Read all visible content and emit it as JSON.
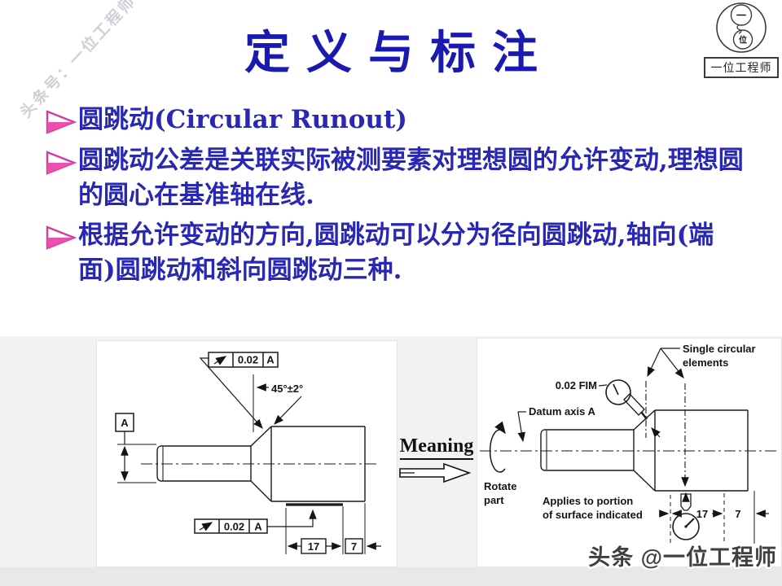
{
  "watermarks": {
    "diagonal": "头条号：一位工程师",
    "bottom": "头条 @一位工程师"
  },
  "logo": {
    "top_char": "一",
    "bottom_char": "位",
    "box_label": "一位工程师"
  },
  "title": {
    "text": "定义与标注",
    "color": "#1a1ab0"
  },
  "bullets": [
    {
      "text": "圆跳动(Circular Runout)"
    },
    {
      "text": "圆跳动公差是关联实际被测要素对理想圆的允许变动,理想圆的圆心在基准轴在线."
    },
    {
      "text": "根据允许变动的方向,圆跳动可以分为径向圆跳动,轴向(端面)圆跳动和斜向圆跳动三种."
    }
  ],
  "meaning": {
    "label": "Meaning"
  },
  "left_drawing": {
    "fcf_top": {
      "symbol": "circular-runout",
      "tolerance": "0.02",
      "datum": "A"
    },
    "fcf_bottom": {
      "symbol": "circular-runout",
      "tolerance": "0.02",
      "datum": "A"
    },
    "angle": "45°±2°",
    "datum_label": "A",
    "dim17": "17",
    "dim7": "7"
  },
  "right_drawing": {
    "single_circular_1": "Single circular",
    "single_circular_2": "elements",
    "fim": "0.02 FIM",
    "datum_axis": "Datum axis A",
    "rotate_1": "Rotate",
    "rotate_2": "part",
    "applies_1": "Applies to portion",
    "applies_2": "of surface indicated",
    "dim17": "17",
    "dim7": "7"
  },
  "colors": {
    "bullet_arrow": "#e23ba0",
    "text_blue": "#2828b4",
    "band_gray": "#f2f2f2"
  }
}
